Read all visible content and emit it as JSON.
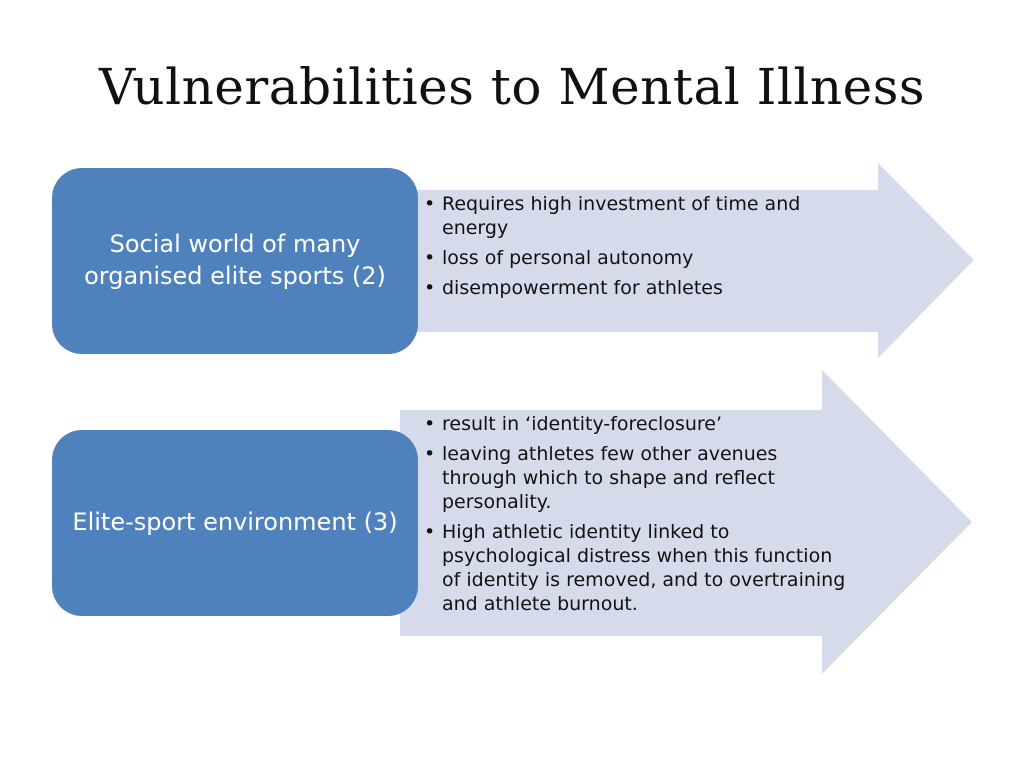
{
  "title": "Vulnerabilities to Mental Illness",
  "colors": {
    "box_fill": "#4f81bd",
    "arrow_fill": "#d6dbeb",
    "box_text": "#ffffff"
  },
  "rows": [
    {
      "label": "Social world of many organised elite sports (2)",
      "bullets": [
        "Requires high investment of time and energy",
        "loss of personal autonomy",
        "disempowerment for athletes"
      ]
    },
    {
      "label": "Elite-sport environment (3)",
      "bullets": [
        "result in ‘identity-foreclosure’",
        "leaving athletes few other avenues through which to shape and reflect personality.",
        "High athletic identity linked to psychological distress when this function of identity is removed, and to overtraining and athlete burnout."
      ]
    }
  ]
}
